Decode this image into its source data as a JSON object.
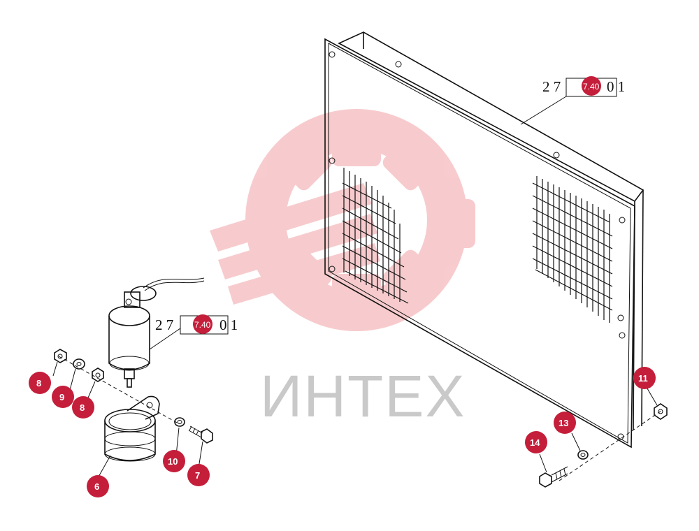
{
  "diagram": {
    "watermark": {
      "text": "ИНТЕХ",
      "color": "#f2a2a6"
    },
    "badge_color": "#c41e3a",
    "references": [
      {
        "id": "ref-panel",
        "text_before": "2 7",
        "badge": "7.40",
        "text_after": "0 1"
      },
      {
        "id": "ref-dryer",
        "text_before": "2 7",
        "badge": "7.40",
        "text_after": "0 1"
      }
    ],
    "callouts": [
      "6",
      "7",
      "8",
      "9",
      "8",
      "10",
      "11",
      "13",
      "14"
    ]
  }
}
